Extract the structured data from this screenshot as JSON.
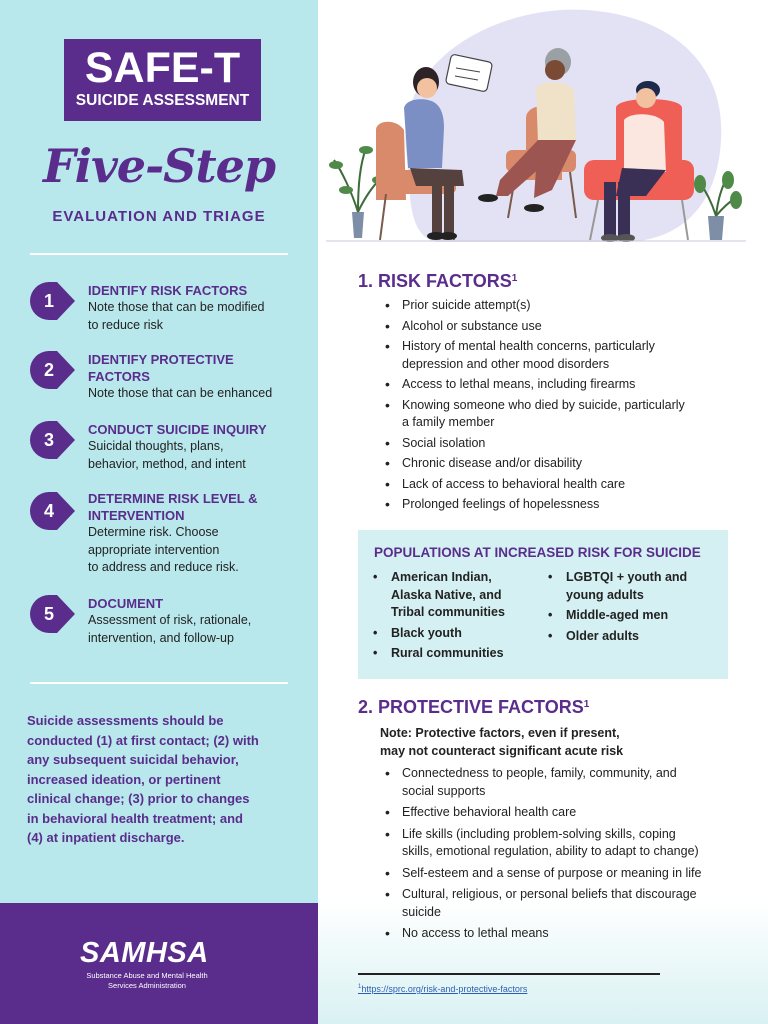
{
  "header": {
    "title": "SAFE-T",
    "subtitle": "SUICIDE ASSESSMENT",
    "script_title": "Five-Step",
    "tagline": "EVALUATION AND TRIAGE"
  },
  "steps": [
    {
      "number": "1",
      "title": "IDENTIFY RISK FACTORS",
      "desc_lines": [
        "Note those that can be modified",
        "to reduce risk"
      ]
    },
    {
      "number": "2",
      "title_lines": [
        "IDENTIFY PROTECTIVE",
        "FACTORS"
      ],
      "desc_lines": [
        "Note those that can be enhanced"
      ]
    },
    {
      "number": "3",
      "title": "CONDUCT SUICIDE INQUIRY",
      "desc_lines": [
        "Suicidal thoughts, plans,",
        "behavior, method, and intent"
      ]
    },
    {
      "number": "4",
      "title_lines": [
        "DETERMINE RISK LEVEL &",
        "INTERVENTION"
      ],
      "desc_lines": [
        "Determine risk. Choose",
        "appropriate intervention",
        "to address and reduce risk."
      ]
    },
    {
      "number": "5",
      "title": "DOCUMENT",
      "desc_lines": [
        "Assessment of risk, rationale,",
        "intervention, and follow-up"
      ]
    }
  ],
  "note_lines": [
    "Suicide assessments should be",
    "conducted (1) at first contact; (2) with",
    "any subsequent suicidal behavior,",
    "increased ideation, or pertinent",
    "clinical change; (3) prior to changes",
    "in behavioral health treatment; and",
    "(4) at inpatient discharge."
  ],
  "samhsa": {
    "logo": "SAMHSA",
    "sub_line1": "Substance Abuse and Mental Health",
    "sub_line2": "Services Administration"
  },
  "risk": {
    "title": "1. RISK FACTORS",
    "sup": "1",
    "items": [
      [
        "Prior suicide attempt(s)"
      ],
      [
        "Alcohol or substance use"
      ],
      [
        "History of mental health concerns, particularly",
        "depression and other mood disorders"
      ],
      [
        "Access to lethal means, including firearms"
      ],
      [
        "Knowing someone who died by suicide, particularly",
        "a family member"
      ],
      [
        "Social isolation"
      ],
      [
        "Chronic disease and/or disability"
      ],
      [
        "Lack of access to behavioral health care"
      ],
      [
        "Prolonged feelings of hopelessness"
      ]
    ]
  },
  "populations": {
    "title": "POPULATIONS AT INCREASED RISK FOR SUICIDE",
    "col1": [
      [
        "American Indian,",
        "Alaska Native, and",
        "Tribal communities"
      ],
      [
        "Black youth"
      ],
      [
        "Rural communities"
      ]
    ],
    "col2": [
      [
        "LGBTQI + youth and",
        "young adults"
      ],
      [
        "Middle-aged men"
      ],
      [
        "Older adults"
      ]
    ]
  },
  "protective": {
    "title": "2. PROTECTIVE FACTORS",
    "sup": "1",
    "note_lines": [
      "Note: Protective factors, even if present,",
      "may not counteract significant acute risk"
    ],
    "items": [
      [
        "Connectedness to people, family, community, and",
        "social supports"
      ],
      [
        "Effective behavioral health care"
      ],
      [
        "Life skills (including problem-solving skills, coping",
        "skills, emotional regulation, ability to adapt to change)"
      ],
      [
        "Self-esteem and a sense of purpose or meaning in life"
      ],
      [
        "Cultural, religious, or personal beliefs that discourage",
        "suicide"
      ],
      [
        "No access to lethal means"
      ]
    ]
  },
  "footnote": {
    "sup": "1",
    "link": "https://sprc.org/risk-and-protective-factors"
  }
}
